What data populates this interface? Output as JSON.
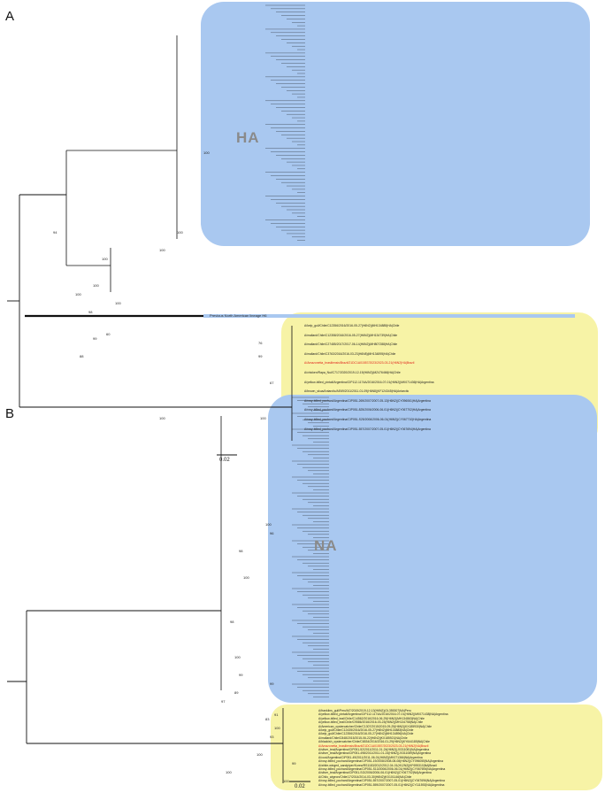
{
  "panels": [
    {
      "letter": "A",
      "region_label": "HA",
      "scale": "0.02",
      "outgroup_label": "Previous North American lineage H6",
      "highlighted_taxon": "A/Amazonetta_brasiliensis/Brazil/21DC1A01557/2023/2023-03-21(H6N2)HA|Brazil",
      "yellow_clade": [
        "A/kelp_gull/Chile/C12356/2016/2016-05-27(H6N2)|MH134885|HA|Chile",
        "A/mallard/Chile/C12358/2016/2016-05-27(H6N2)|MH134739|HA|Chile",
        "A/mallard/Chile/C27485/2017/2017-06-14(H6N2)|MH807288|HA|Chile",
        "A/mallard/Chile/C3763/2016/2016-03-23(H6N8)|MH134895|HA|Chile",
        "A/Amazonetta_brasiliensis/Brazil/21DC1A01557/2023/2023-03-21(H6N2)HA|Brazil",
        "A/chicken/Rapa_Nui/C717/2020/2019-12-19(H6N2)|MZ476466|HA|Chile",
        "A/yellow-billed_pintail/Argentina/CIP112-1174A/2016/2016-07-01(H6N2)|MK071436|HA|Argentina",
        "A/brown_skua/Antarctic/AE69/2011/2011-01-09(H6N8)|KF124345|HA|Antarctic",
        "A/rosy-billed_pochard/Argentina/CIP051-269/2007/2007-05-13(H6N2)|CY096061|HA|Argentina",
        "A/rosy-billed_pochard/Argentina/CIP051-825/2006/2006-06-01(H6N2)|CY067702|HA|Argentina",
        "A/rosy-billed_pochard/Argentina/CIP051-S25/2006/2006-06-01(H6N2)|CY067710|HA|Argentina",
        "A/rosy-billed_pochard/Argentina/CIP051-557/2007/2007-05-01(H6N2)|CY067694|HA|Argentina"
      ],
      "support_values": [
        "100",
        "100",
        "94",
        "100",
        "100",
        "99",
        "88",
        "98",
        "100",
        "100",
        "100",
        "60",
        "99",
        "100",
        "76",
        "100",
        "67"
      ]
    },
    {
      "letter": "B",
      "region_label": "NA",
      "scale": "0.02",
      "highlighted_taxon": "A/Amazonetta_brasiliensis/Brazil/21DC1A01557/2023/2023-03-21(H6N2)NA|Brazil",
      "yellow_clade": [
        "A/franklins_gull/Peru/M7/2019/2019-12-13(H6N2)|OL355307|NA|Peru",
        "A/yellow-billed_pintail/Argentina/CIP112-1174A/2016/2016-07-01(H6N2)|MK071438|NA|Argentina",
        "A/yellow-billed_teal/Chile/C14562/2016/2016-06-29(H6N2)|MH134863|NA|Chile",
        "A/yellow-billed_teal/Chile/C9586/2016/2016-03-23(H6N2)|MH134758|NA|Chile",
        "A/American_oystercatcher/Chile/C1307/2015/2015-09-25(H6N2)|KX185930|NA|Chile",
        "A/kelp_gull/Chile/C12435/2016/2016-05-27(H6N2)|MH134883|NA|Chile",
        "A/kelp_gull/Chile/C12356/2016/2016-05-27(H6N2)|MH134896|NA|Chile",
        "A/mallard/Chile/C848/2015/2015-06-22(H6N2)|KX185921|NA|Chile",
        "A/blackish_oystercatcher/Chile/C6534/2016/2016-01-29(H6N2)|KY644185|NA|Chile",
        "A/Amazonetta_brasiliensis/Brazil/21DC1A01557/2023/2023-03-21(H6N2)NA|Brazil",
        "A/silver_teal/Argentina/CIP051-52/2011/2011-01-24(H6N2)|JX311081|NA|Argentina",
        "A/silver_teal/Argentina/CIP051-498/2011/2011-01-24(H6N2)|JX311089|NA|Argentina",
        "A/coot/Argentina/CIP051-49/2011/2011-06-01(H6N2)|MK071366|NA|Argentina",
        "A/rosy-billed_pochard/Argentina/CIP051-19/2008/2008-08-08(H6N2)|CY096055|NA|Argentina",
        "A/white-winged_sandpiper/Korea/RS1183/2012/2012-04-01(H12N2)|KF695310|NA|Brazil",
        "A/rosy-billed_pochard/Argentina/CIP051-S13/2006/2006-06-01(H6N2)|CY067694|NA|Argentina",
        "A/silver_teal/Argentina/CIP051-SG/2006/2006-06-01(H6N2)|CY067702|NA|Argentina",
        "A/Chilo_wigeon/Chile/17/2014/2014-03-30(H6N2)|KX101146|NA|Chile",
        "A/rosy-billed_pochard/Argentina/CIP051-557/2007/2007-05-01(H6N2)|CY067696|NA|Argentina",
        "A/rosy-billed_pochard/Argentina/CIP051-559/2007/2007-05-01(H6N2)|CY111592|NA|Argentina"
      ],
      "support_values": [
        "100",
        "96",
        "98",
        "100",
        "98",
        "100",
        "99",
        "89",
        "99",
        "97",
        "91",
        "83",
        "93",
        "99",
        "100",
        "100",
        "100",
        "100"
      ]
    }
  ],
  "colors": {
    "blue_region": "#a9c8f0",
    "yellow_region": "#f7f3a6",
    "highlight": "#e0231b",
    "branch": "#111111",
    "label": "#8a8a8a"
  }
}
